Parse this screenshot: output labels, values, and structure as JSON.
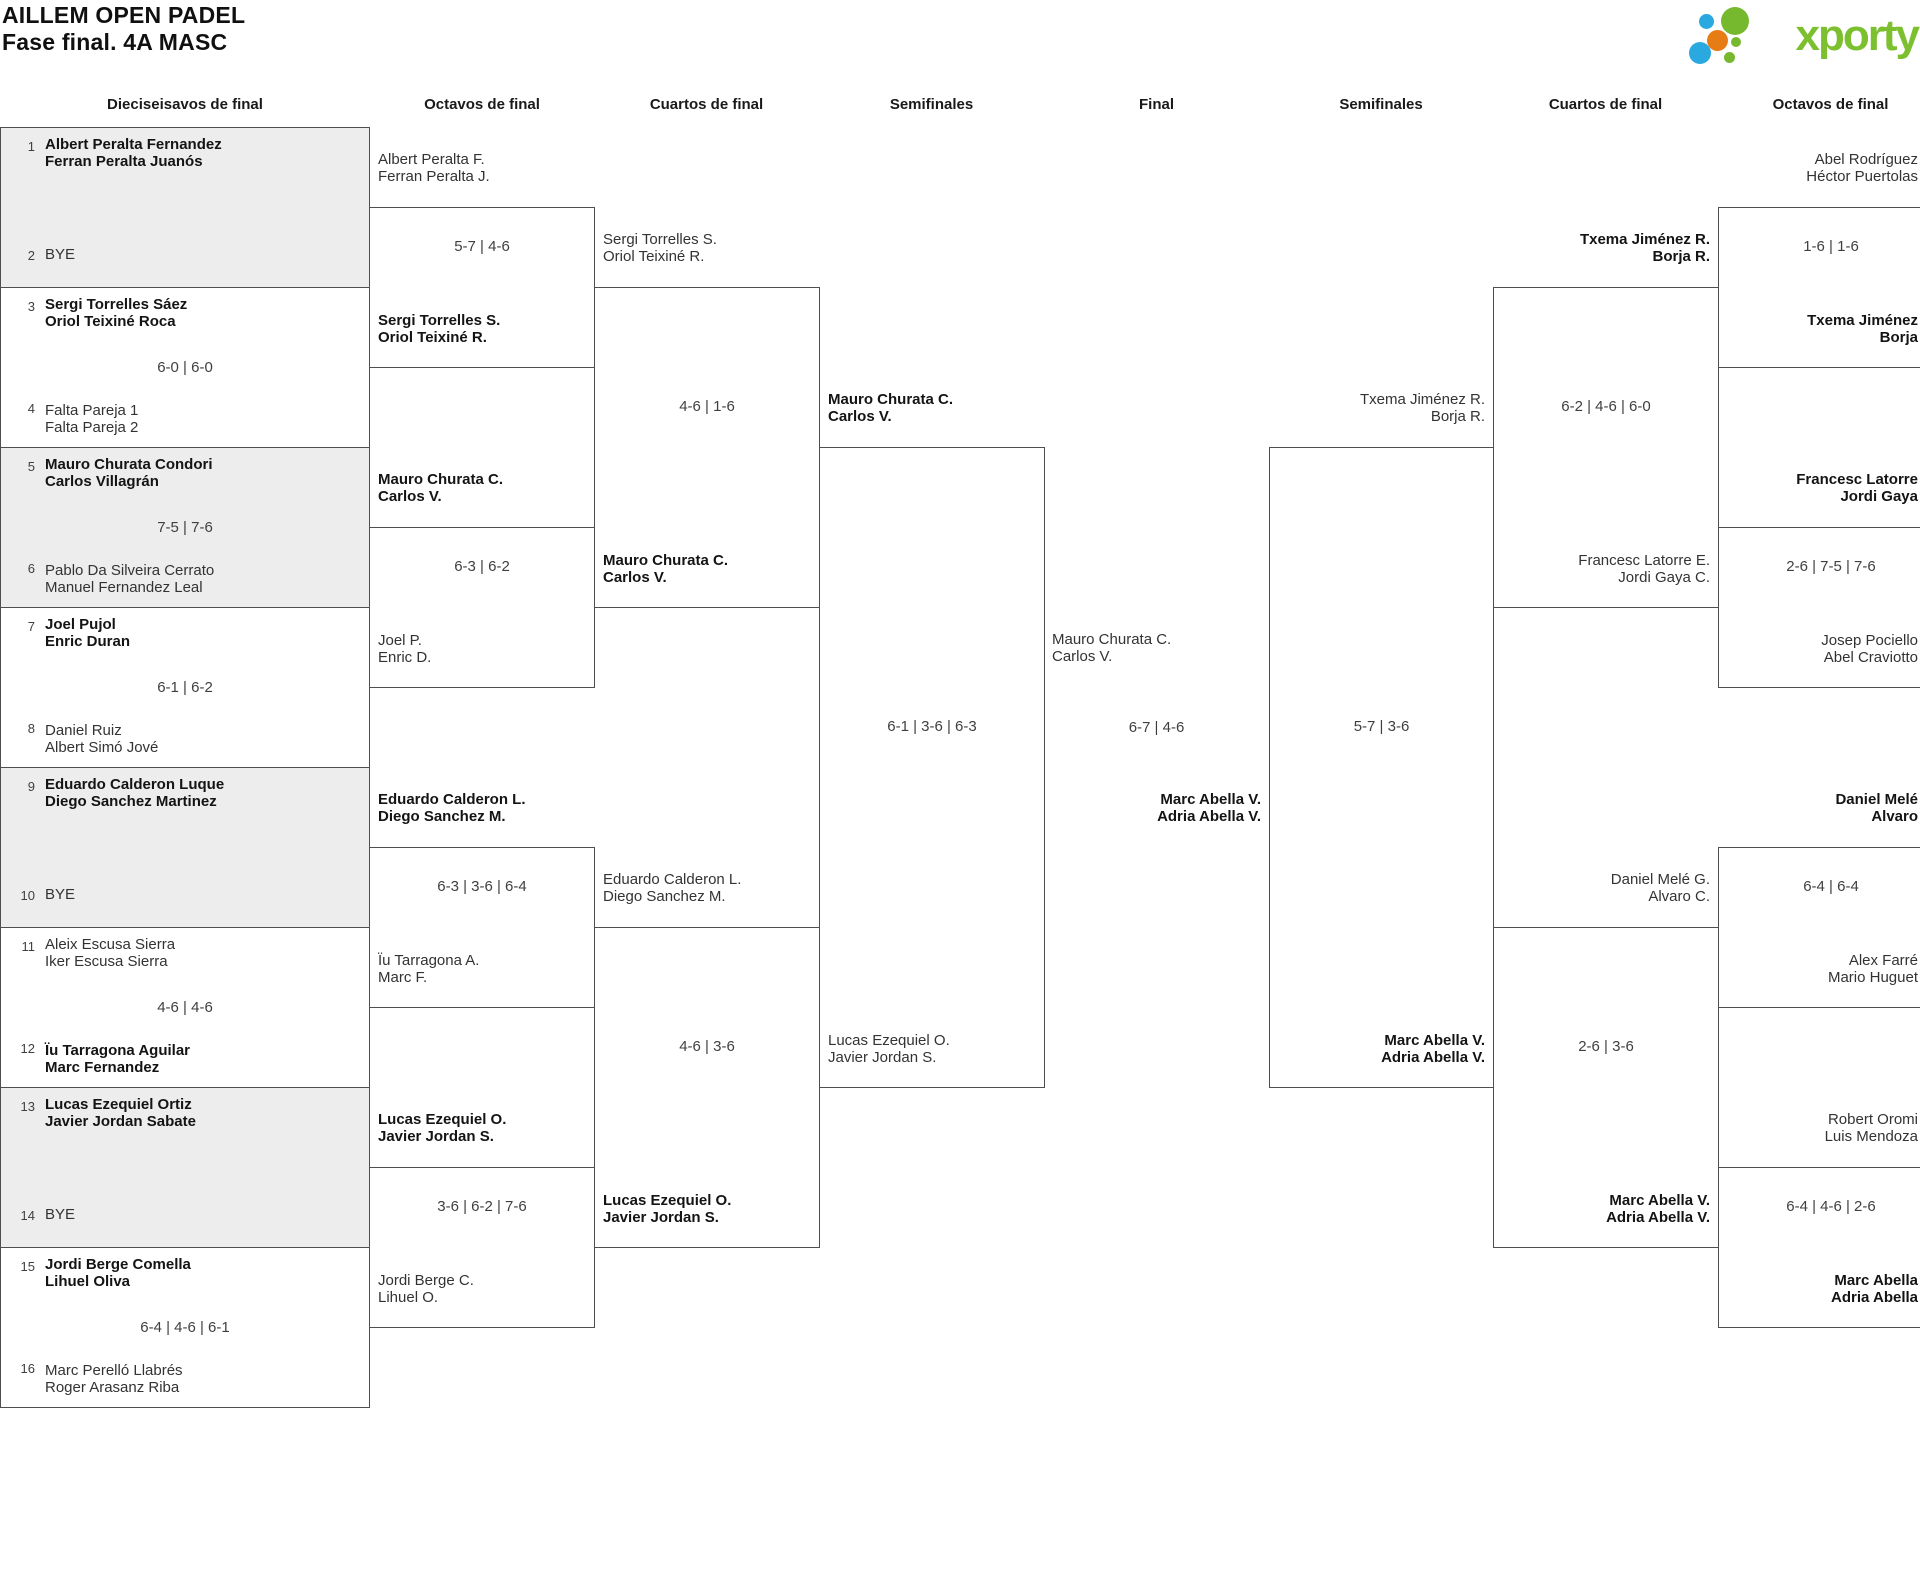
{
  "header": {
    "title_line1": "AILLEM OPEN PADEL",
    "title_line2": "Fase final. 4A MASC"
  },
  "logo": {
    "text": "xporty"
  },
  "colors": {
    "logo_green": "#7dc02f",
    "logo_blue": "#2aa9e0",
    "logo_orange": "#e87c14",
    "shaded_box": "#ededed",
    "line": "#4f4f4f"
  },
  "round_headers": [
    "Dieciseisavos de final",
    "Octavos de final",
    "Cuartos de final",
    "Semifinales",
    "Final",
    "Semifinales",
    "Cuartos de final",
    "Octavos de final"
  ],
  "dieciseisavos": [
    {
      "seed1": "1",
      "team1": [
        "Albert Peralta Fernandez",
        "Ferran Peralta Juanós"
      ],
      "winner1": true,
      "seed2": "2",
      "team2": [
        "BYE"
      ],
      "winner2": false,
      "score": "",
      "shaded": true
    },
    {
      "seed1": "3",
      "team1": [
        "Sergi Torrelles Sáez",
        "Oriol Teixiné Roca"
      ],
      "winner1": true,
      "seed2": "4",
      "team2": [
        "Falta Pareja 1",
        "Falta Pareja 2"
      ],
      "winner2": false,
      "score": "6-0 | 6-0",
      "shaded": false
    },
    {
      "seed1": "5",
      "team1": [
        "Mauro Churata Condori",
        "Carlos Villagrán"
      ],
      "winner1": true,
      "seed2": "6",
      "team2": [
        "Pablo Da Silveira Cerrato",
        "Manuel Fernandez Leal"
      ],
      "winner2": false,
      "score": "7-5 | 7-6",
      "shaded": true
    },
    {
      "seed1": "7",
      "team1": [
        "Joel Pujol",
        "Enric Duran"
      ],
      "winner1": true,
      "seed2": "8",
      "team2": [
        "Daniel Ruiz",
        "Albert Simó Jové"
      ],
      "winner2": false,
      "score": "6-1 | 6-2",
      "shaded": false
    },
    {
      "seed1": "9",
      "team1": [
        "Eduardo Calderon Luque",
        "Diego Sanchez Martinez"
      ],
      "winner1": true,
      "seed2": "10",
      "team2": [
        "BYE"
      ],
      "winner2": false,
      "score": "",
      "shaded": true
    },
    {
      "seed1": "11",
      "team1": [
        "Aleix Escusa Sierra",
        "Iker Escusa Sierra"
      ],
      "winner1": false,
      "seed2": "12",
      "team2": [
        "Ïu Tarragona Aguilar",
        "Marc Fernandez"
      ],
      "winner2": true,
      "score": "4-6 | 4-6",
      "shaded": false
    },
    {
      "seed1": "13",
      "team1": [
        "Lucas Ezequiel Ortiz",
        "Javier Jordan Sabate"
      ],
      "winner1": true,
      "seed2": "14",
      "team2": [
        "BYE"
      ],
      "winner2": false,
      "score": "",
      "shaded": true
    },
    {
      "seed1": "15",
      "team1": [
        "Jordi Berge Comella",
        "Lihuel Oliva"
      ],
      "winner1": true,
      "seed2": "16",
      "team2": [
        "Marc Perelló Llabrés",
        "Roger Arasanz Riba"
      ],
      "winner2": false,
      "score": "6-4 | 4-6 | 6-1",
      "shaded": false
    }
  ],
  "octavos_left": [
    {
      "team1": [
        "Albert Peralta F.",
        "Ferran Peralta J."
      ],
      "winner1": false,
      "team2": [
        "Sergi Torrelles S.",
        "Oriol Teixiné R."
      ],
      "winner2": true,
      "score": "5-7 | 4-6"
    },
    {
      "team1": [
        "Mauro Churata C.",
        "Carlos V."
      ],
      "winner1": true,
      "team2": [
        "Joel P.",
        "Enric D."
      ],
      "winner2": false,
      "score": "6-3 | 6-2"
    },
    {
      "team1": [
        "Eduardo Calderon L.",
        "Diego Sanchez M."
      ],
      "winner1": true,
      "team2": [
        "Ïu Tarragona A.",
        "Marc F."
      ],
      "winner2": false,
      "score": "6-3 | 3-6 | 6-4"
    },
    {
      "team1": [
        "Lucas Ezequiel O.",
        "Javier Jordan S."
      ],
      "winner1": true,
      "team2": [
        "Jordi Berge C.",
        "Lihuel O."
      ],
      "winner2": false,
      "score": "3-6 | 6-2 | 7-6"
    }
  ],
  "cuartos_left": [
    {
      "team1": [
        "Sergi Torrelles S.",
        "Oriol Teixiné R."
      ],
      "winner1": false,
      "team2": [
        "Mauro Churata C.",
        "Carlos V."
      ],
      "winner2": true,
      "score": "4-6 | 1-6"
    },
    {
      "team1": [
        "Eduardo Calderon L.",
        "Diego Sanchez M."
      ],
      "winner1": false,
      "team2": [
        "Lucas Ezequiel O.",
        "Javier Jordan S."
      ],
      "winner2": true,
      "score": "4-6 | 3-6"
    }
  ],
  "semifinal_left": {
    "team1": [
      "Mauro Churata C.",
      "Carlos V."
    ],
    "winner1": true,
    "team2": [
      "Lucas Ezequiel O.",
      "Javier Jordan S."
    ],
    "winner2": false,
    "score": "6-1 | 3-6 | 6-3"
  },
  "final": {
    "team1": [
      "Mauro Churata C.",
      "Carlos V."
    ],
    "winner1": false,
    "team2": [
      "Marc Abella V.",
      "Adria Abella V."
    ],
    "winner2": true,
    "score": "6-7 | 4-6"
  },
  "semifinal_right": {
    "team1": [
      "Txema Jiménez R.",
      "Borja R."
    ],
    "winner1": false,
    "team2": [
      "Marc Abella V.",
      "Adria Abella V."
    ],
    "winner2": true,
    "score": "5-7 | 3-6"
  },
  "cuartos_right": [
    {
      "team1": [
        "Txema Jiménez R.",
        "Borja R."
      ],
      "winner1": true,
      "team2": [
        "Francesc Latorre E.",
        "Jordi Gaya C."
      ],
      "winner2": false,
      "score": "6-2 | 4-6 | 6-0"
    },
    {
      "team1": [
        "Daniel Melé G.",
        "Alvaro C."
      ],
      "winner1": false,
      "team2": [
        "Marc Abella V.",
        "Adria Abella V."
      ],
      "winner2": true,
      "score": "2-6 | 3-6"
    }
  ],
  "octavos_right": [
    {
      "team1": [
        "Abel Rodríguez",
        "Héctor Puertolas"
      ],
      "winner1": false,
      "team2": [
        "Txema Jiménez",
        "Borja"
      ],
      "winner2": true,
      "score": "1-6 | 1-6"
    },
    {
      "team1": [
        "Francesc Latorre",
        "Jordi Gaya"
      ],
      "winner1": true,
      "team2": [
        "Josep Pociello",
        "Abel Craviotto"
      ],
      "winner2": false,
      "score": "2-6 | 7-5 | 7-6"
    },
    {
      "team1": [
        "Daniel Melé",
        "Alvaro"
      ],
      "winner1": true,
      "team2": [
        "Alex Farré",
        "Mario Huguet"
      ],
      "winner2": false,
      "score": "6-4 | 6-4"
    },
    {
      "team1": [
        "Robert Oromi",
        "Luis Mendoza"
      ],
      "winner1": false,
      "team2": [
        "Marc Abella",
        "Adria Abella"
      ],
      "winner2": true,
      "score": "6-4 | 4-6 | 2-6"
    }
  ]
}
